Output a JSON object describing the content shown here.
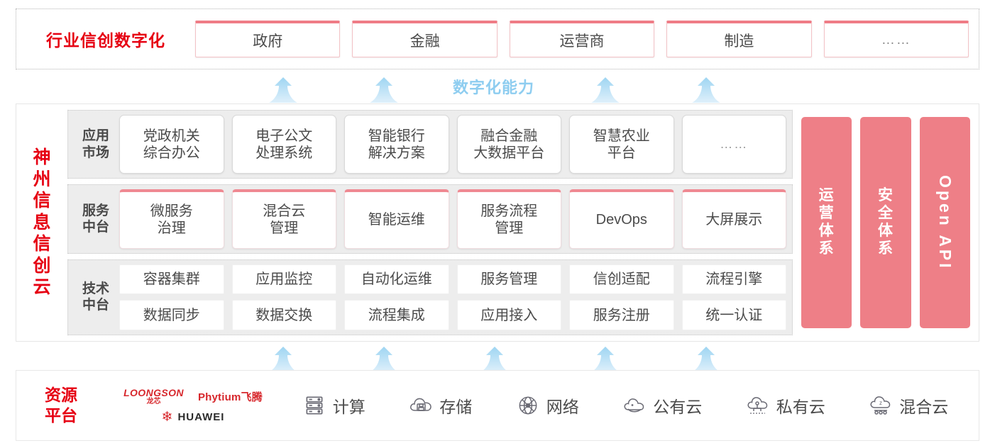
{
  "industry": {
    "title": "行业信创数字化",
    "cards": [
      {
        "label": "政府"
      },
      {
        "label": "金融"
      },
      {
        "label": "运营商"
      },
      {
        "label": "制造"
      },
      {
        "label": "……"
      }
    ]
  },
  "capability_gap": {
    "label": "数字化能力",
    "arrow_count": 4,
    "arrow_color": "#a9dcf5"
  },
  "cloud": {
    "title": "神州信息信创云",
    "title_chars": [
      "神",
      "州",
      "信",
      "息",
      "信",
      "创",
      "云"
    ],
    "rows": [
      {
        "label": "应用市场",
        "label_lines": [
          "应用",
          "市场"
        ],
        "cards": [
          {
            "lines": [
              "党政机关",
              "综合办公"
            ]
          },
          {
            "lines": [
              "电子公文",
              "处理系统"
            ]
          },
          {
            "lines": [
              "智能银行",
              "解决方案"
            ]
          },
          {
            "lines": [
              "融合金融",
              "大数据平台"
            ]
          },
          {
            "lines": [
              "智慧农业",
              "平台"
            ]
          },
          {
            "lines": [
              "……"
            ]
          }
        ]
      },
      {
        "label": "服务中台",
        "label_lines": [
          "服务",
          "中台"
        ],
        "cards": [
          {
            "lines": [
              "微服务",
              "治理"
            ]
          },
          {
            "lines": [
              "混合云",
              "管理"
            ]
          },
          {
            "lines": [
              "智能运维"
            ]
          },
          {
            "lines": [
              "服务流程",
              "管理"
            ]
          },
          {
            "lines": [
              "DevOps"
            ]
          },
          {
            "lines": [
              "大屏展示"
            ]
          }
        ]
      },
      {
        "label": "技术中台",
        "label_lines": [
          "技术",
          "中台"
        ],
        "cards_top": [
          "容器集群",
          "应用监控",
          "自动化运维",
          "服务管理",
          "信创适配",
          "流程引擎"
        ],
        "cards_bottom": [
          "数据同步",
          "数据交换",
          "流程集成",
          "应用接入",
          "服务注册",
          "统一认证"
        ]
      }
    ],
    "pillars": [
      {
        "text": "运营体系",
        "chars": [
          "运",
          "营",
          "体",
          "系"
        ],
        "orientation": "stacked"
      },
      {
        "text": "安全体系",
        "chars": [
          "安",
          "全",
          "体",
          "系"
        ],
        "orientation": "stacked"
      },
      {
        "text": "Open API",
        "orientation": "rotated"
      }
    ],
    "pillar_color": "#ee7f87"
  },
  "resource_gap": {
    "arrow_count": 5,
    "arrow_color": "#a9dcf5"
  },
  "resource": {
    "title": "资源平台",
    "title_lines": [
      "资源",
      "平台"
    ],
    "logos": [
      {
        "name": "loongson-logo",
        "en": "LOONGSON",
        "cn": "龙芯"
      },
      {
        "name": "phytium-logo",
        "text": "Phytium飞腾"
      },
      {
        "name": "huawei-logo",
        "text": "HUAWEI"
      }
    ],
    "items": [
      {
        "label": "计算",
        "icon": "server-icon"
      },
      {
        "label": "存储",
        "icon": "cloud-storage-icon"
      },
      {
        "label": "网络",
        "icon": "network-globe-icon"
      },
      {
        "label": "公有云",
        "icon": "public-cloud-icon"
      },
      {
        "label": "私有云",
        "icon": "private-cloud-icon"
      },
      {
        "label": "混合云",
        "icon": "hybrid-cloud-icon"
      }
    ]
  },
  "colors": {
    "brand_red": "#e60012",
    "pink": "#ee7f87",
    "card_pink_border": "#ef7c86",
    "arrow_blue": "#a9dcf5",
    "band_gray": "#ededed"
  }
}
